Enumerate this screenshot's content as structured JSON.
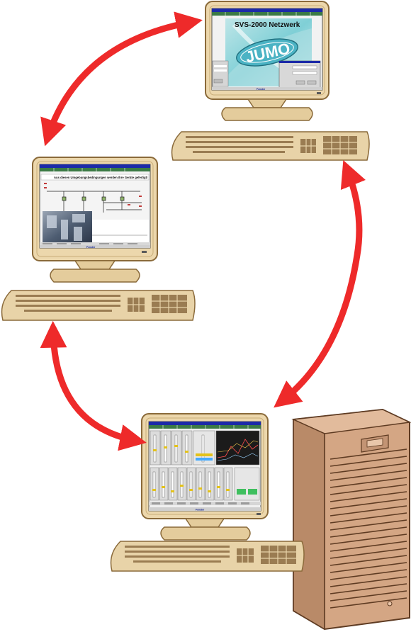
{
  "colors": {
    "arrow": "#ee2a2a",
    "monitor_body": "#ecd7ac",
    "monitor_edge": "#8a6a3a",
    "keyboard": "#e8d3a8",
    "tower": "#d4a684",
    "screen_titlebar": "#1c2aa8",
    "screen_tab": "#3b7a45"
  },
  "top_screen": {
    "title": "SVS-2000 Netzwerk",
    "logo": "JUMO",
    "status_label": "Fenster"
  },
  "middle_screen": {
    "headline": "Aus diesen Umgebungsbedingungen werden Ihre Geräte gefertigt!",
    "status_label": "Fenster"
  },
  "bottom_screen": {
    "status_label": "Fenster"
  },
  "icons": {
    "arrow_1": "double-arrow-icon",
    "arrow_2": "double-arrow-icon",
    "arrow_3": "double-arrow-icon"
  }
}
